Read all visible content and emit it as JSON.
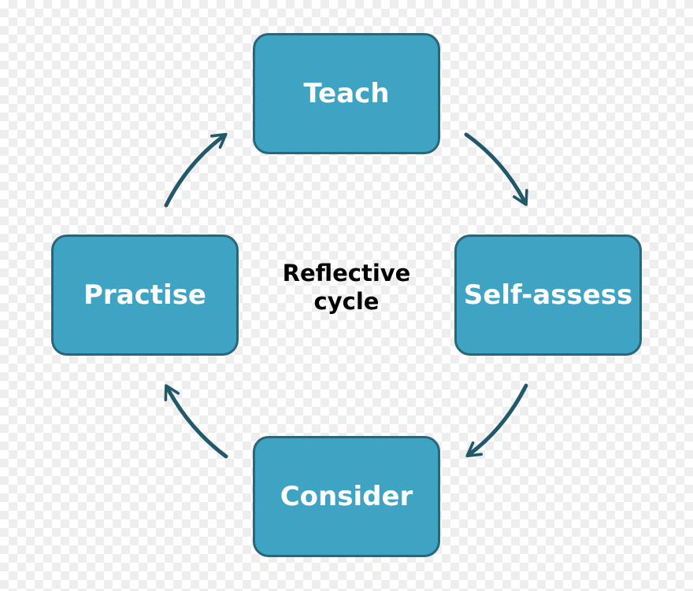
{
  "diagram": {
    "center_label_line1": "Reflective",
    "center_label_line2": "cycle",
    "nodes": [
      {
        "label": "Teach"
      },
      {
        "label": "Self-assess"
      },
      {
        "label": "Consider"
      },
      {
        "label": "Practise"
      }
    ]
  },
  "colors": {
    "node_fill": "#3fa4c4",
    "node_border": "#2b6578",
    "arrow": "#21596b",
    "text_light": "#ffffff",
    "text_dark": "#000000"
  }
}
